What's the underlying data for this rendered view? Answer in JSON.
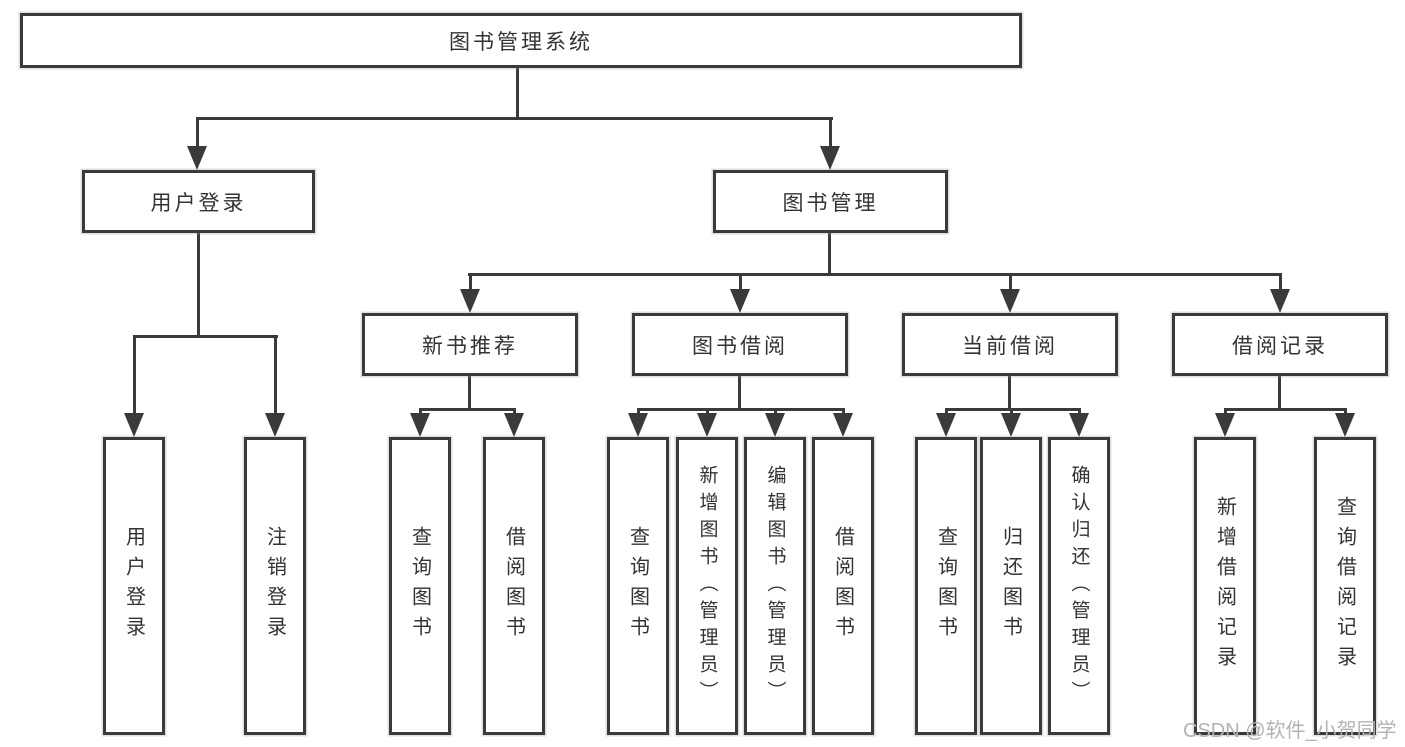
{
  "diagram": {
    "root": {
      "label": "图书管理系统",
      "children": [
        {
          "label": "用户登录",
          "children": [
            {
              "label": "用户登录"
            },
            {
              "label": "注销登录"
            }
          ]
        },
        {
          "label": "图书管理",
          "children": [
            {
              "label": "新书推荐",
              "children": [
                {
                  "label": "查询图书"
                },
                {
                  "label": "借阅图书"
                }
              ]
            },
            {
              "label": "图书借阅",
              "children": [
                {
                  "label": "查询图书"
                },
                {
                  "label": "新增图书（管理员）"
                },
                {
                  "label": "编辑图书（管理员）"
                },
                {
                  "label": "借阅图书"
                }
              ]
            },
            {
              "label": "当前借阅",
              "children": [
                {
                  "label": "查询图书"
                },
                {
                  "label": "归还图书"
                },
                {
                  "label": "确认归还（管理员）"
                }
              ]
            },
            {
              "label": "借阅记录",
              "children": [
                {
                  "label": "新增借阅记录"
                },
                {
                  "label": "查询借阅记录"
                }
              ]
            }
          ]
        }
      ]
    }
  },
  "watermark": {
    "text": "CSDN @软件_小贺同学"
  },
  "colors": {
    "line": "#3a3a3a",
    "text": "#333333",
    "watermark": "#b3b3b3",
    "background": "#ffffff",
    "box_fill": "#ffffff"
  }
}
